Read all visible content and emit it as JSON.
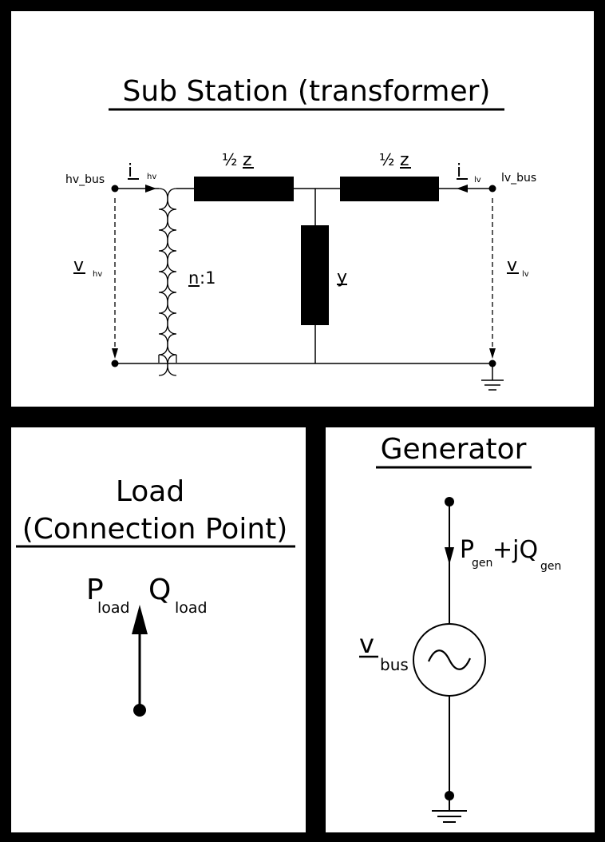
{
  "substation": {
    "title": "Sub Station (transformer)",
    "hv_bus": "hv_bus",
    "lv_bus": "lv_bus",
    "i_main": "i",
    "i_hv_sub": "hv",
    "i_lv_sub": "lv",
    "v_main": "v",
    "v_hv_sub": "hv",
    "v_lv_sub": "lv",
    "half": "½",
    "z": "z",
    "ratio_n": "n",
    "ratio_rest": ":1",
    "y": "y"
  },
  "load": {
    "title_line1": "Load",
    "title_line2": "(Connection Point)",
    "p": "P",
    "p_sub": "load",
    "q": "Q",
    "q_sub": "load"
  },
  "generator": {
    "title": "Generator",
    "p": "P",
    "p_sub": "gen",
    "plus_jq": "+jQ",
    "q_sub": "gen",
    "v": "v",
    "v_sub": "bus"
  }
}
